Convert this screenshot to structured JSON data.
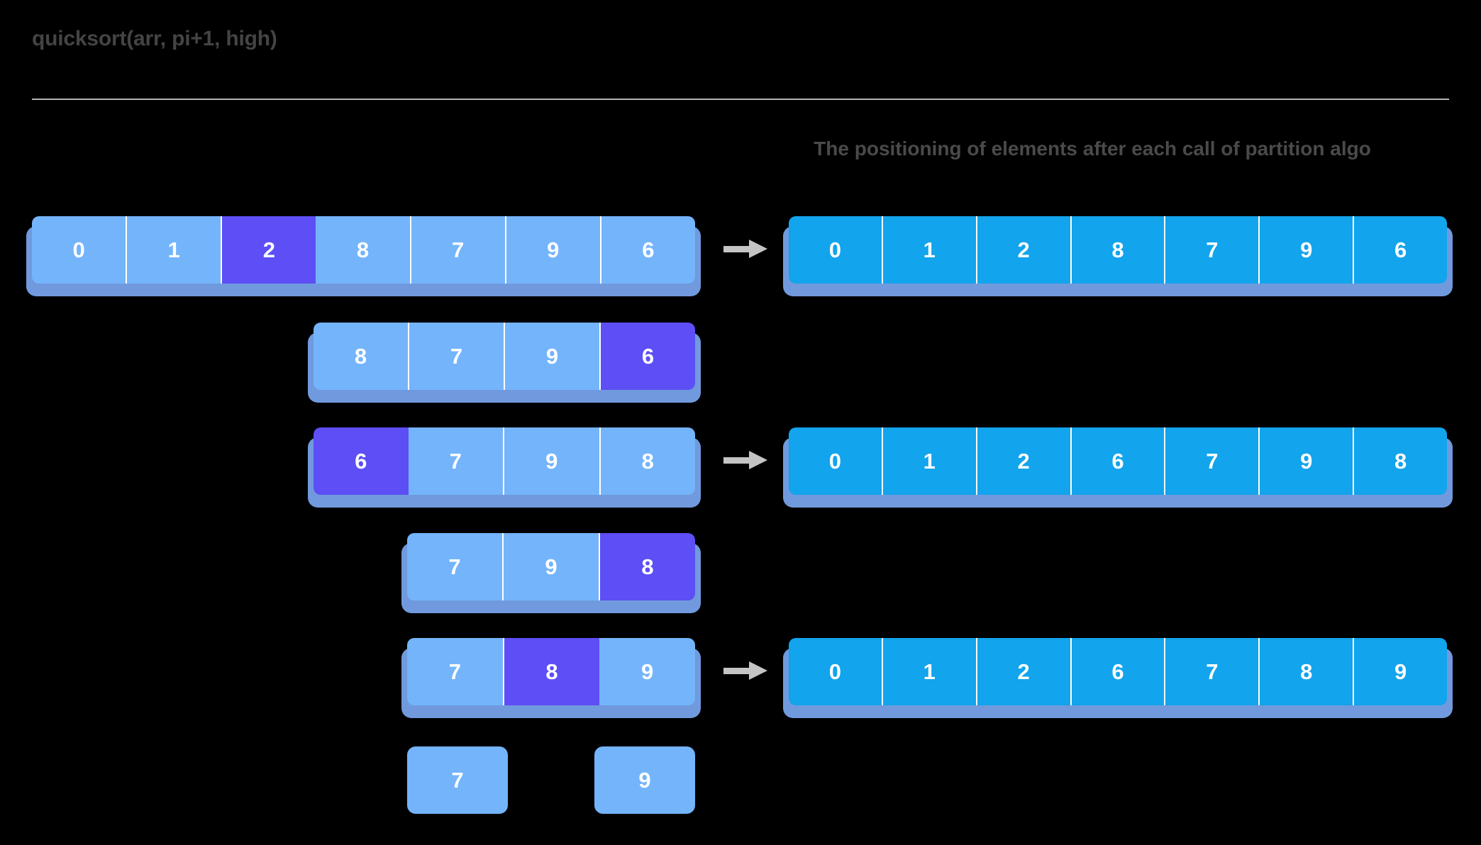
{
  "title": "quicksort(arr, pi+1, high)",
  "right_heading": "The positioning of elements after each call of partition algo",
  "colors": {
    "background": "#000000",
    "title_text": "#444444",
    "divider": "#b4b4b4",
    "cell_light_blue": "#74b4fb",
    "cell_pivot_purple": "#5d4ef5",
    "cell_cyan": "#12a4ec",
    "shadow_blue": "#7aa7f0",
    "arrow_gray": "#c4c4c4",
    "cell_text": "#ffffff"
  },
  "icons": {
    "arrow": "arrow-right-icon"
  },
  "left_column": {
    "rows": [
      {
        "id": "left-row-1",
        "values": [
          "0",
          "1",
          "2",
          "8",
          "7",
          "9",
          "6"
        ],
        "pivot_index": 2,
        "has_arrow": true
      },
      {
        "id": "left-row-2",
        "values": [
          "8",
          "7",
          "9",
          "6"
        ],
        "pivot_index": 3,
        "has_arrow": false
      },
      {
        "id": "left-row-3",
        "values": [
          "6",
          "7",
          "9",
          "8"
        ],
        "pivot_index": 0,
        "has_arrow": true
      },
      {
        "id": "left-row-4",
        "values": [
          "7",
          "9",
          "8"
        ],
        "pivot_index": 2,
        "has_arrow": false
      },
      {
        "id": "left-row-5",
        "values": [
          "7",
          "8",
          "9"
        ],
        "pivot_index": 1,
        "has_arrow": true
      }
    ],
    "single_boxes": [
      {
        "id": "single-box-7",
        "value": "7"
      },
      {
        "id": "single-box-9",
        "value": "9"
      }
    ]
  },
  "right_column": {
    "rows": [
      {
        "id": "right-row-1",
        "values": [
          "0",
          "1",
          "2",
          "8",
          "7",
          "9",
          "6"
        ]
      },
      {
        "id": "right-row-2",
        "values": [
          "0",
          "1",
          "2",
          "6",
          "7",
          "9",
          "8"
        ]
      },
      {
        "id": "right-row-3",
        "values": [
          "0",
          "1",
          "2",
          "6",
          "7",
          "8",
          "9"
        ]
      }
    ]
  }
}
